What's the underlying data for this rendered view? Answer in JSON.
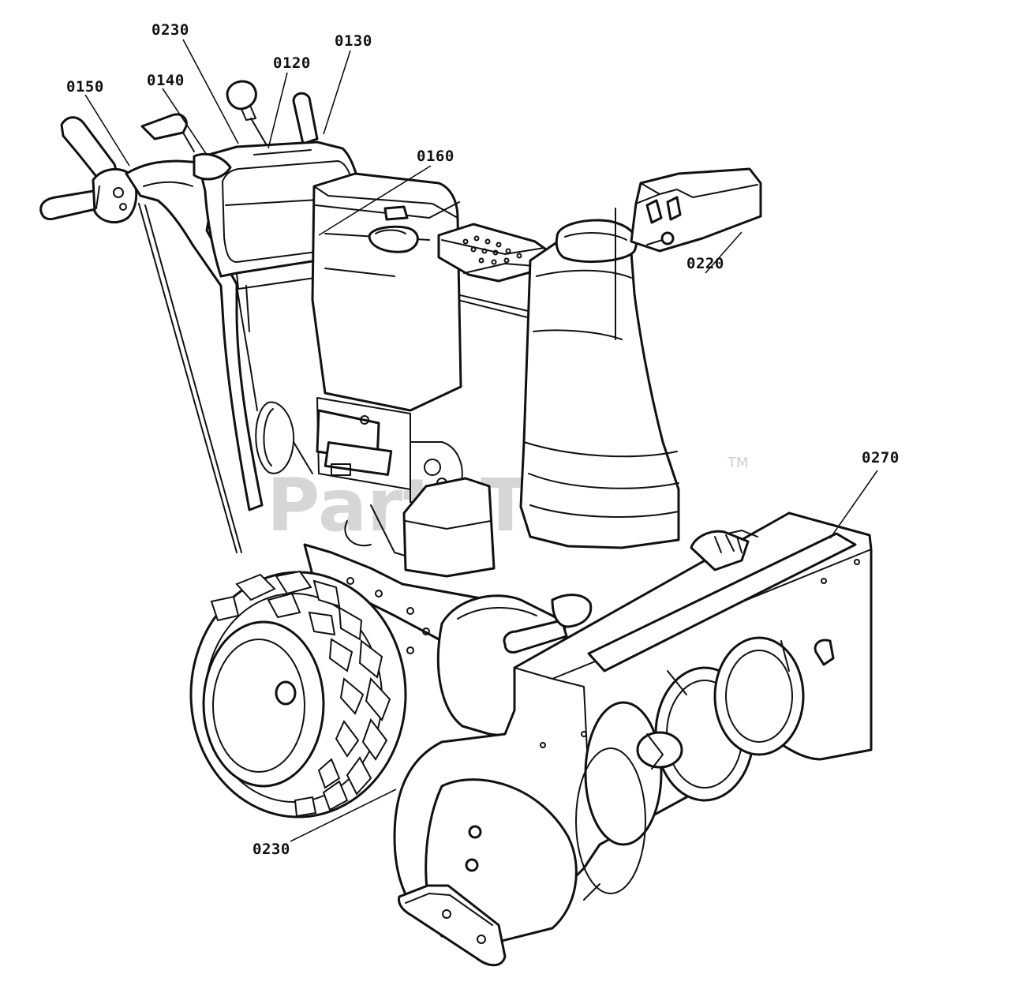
{
  "watermark": {
    "text": "PartsTree",
    "trademark": "TM"
  },
  "callouts": [
    {
      "id": "c0230a",
      "label": "0230"
    },
    {
      "id": "c0130",
      "label": "0130"
    },
    {
      "id": "c0120",
      "label": "0120"
    },
    {
      "id": "c0140",
      "label": "0140"
    },
    {
      "id": "c0150",
      "label": "0150"
    },
    {
      "id": "c0160",
      "label": "0160"
    },
    {
      "id": "c0220",
      "label": "0220"
    },
    {
      "id": "c0270",
      "label": "0270"
    },
    {
      "id": "c0230b",
      "label": "0230"
    }
  ]
}
